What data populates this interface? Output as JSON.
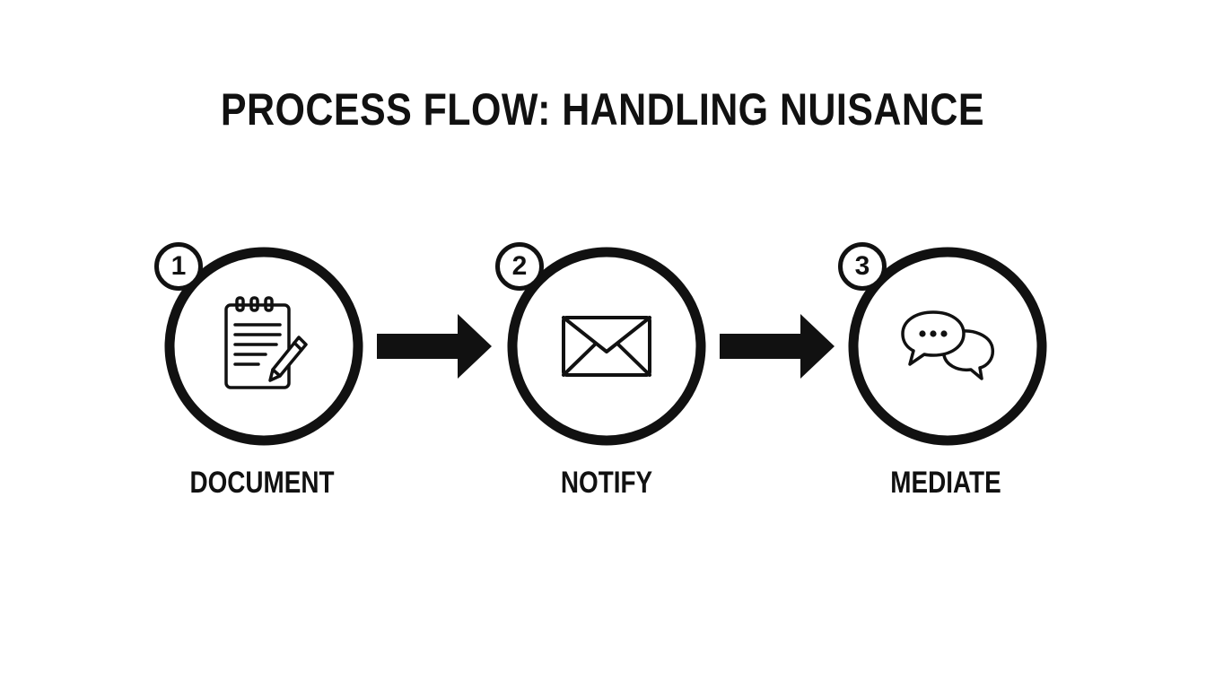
{
  "title": "PROCESS FLOW: HANDLING NUISANCE",
  "steps": [
    {
      "number": "1",
      "label": "DOCUMENT",
      "icon": "notepad-pencil-icon"
    },
    {
      "number": "2",
      "label": "NOTIFY",
      "icon": "envelope-icon"
    },
    {
      "number": "3",
      "label": "MEDIATE",
      "icon": "chat-bubbles-icon"
    }
  ],
  "colors": {
    "ink": "#111111",
    "background": "#ffffff"
  }
}
